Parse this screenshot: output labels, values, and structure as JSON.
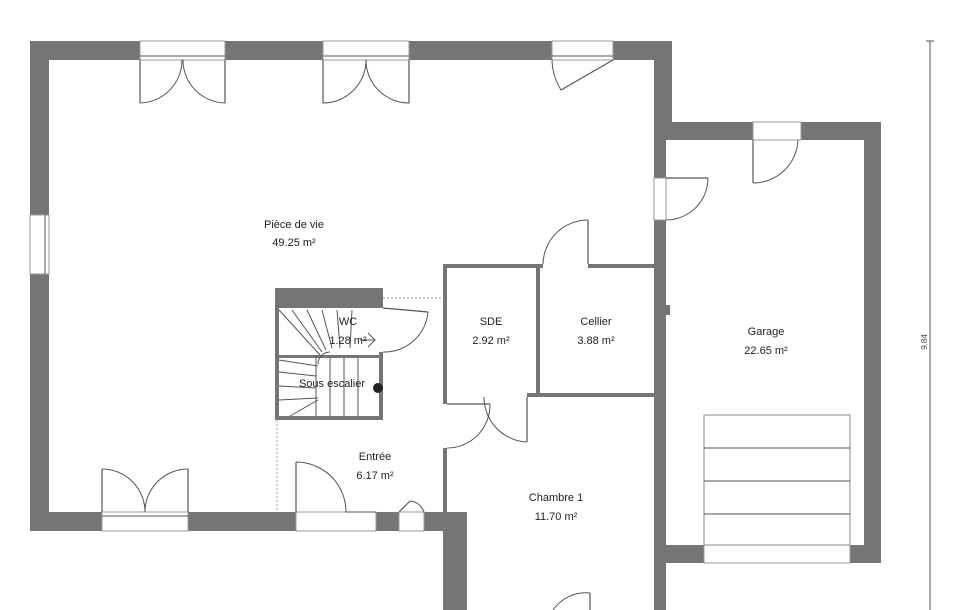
{
  "rooms": [
    {
      "id": "piece-de-vie",
      "name": "Pièce de vie",
      "area": "49.25 m²"
    },
    {
      "id": "wc",
      "name": "WC",
      "area": "1.28 m²"
    },
    {
      "id": "sous-escalier",
      "name": "Sous escalier",
      "area": ""
    },
    {
      "id": "sde",
      "name": "SDE",
      "area": "2.92 m²"
    },
    {
      "id": "cellier",
      "name": "Cellier",
      "area": "3.88 m²"
    },
    {
      "id": "garage",
      "name": "Garage",
      "area": "22.65 m²"
    },
    {
      "id": "entree",
      "name": "Entrée",
      "area": "6.17 m²"
    },
    {
      "id": "chambre-1",
      "name": "Chambre 1",
      "area": "11.70 m²"
    }
  ],
  "dimension": {
    "label": "9.84"
  },
  "colors": {
    "wall": "#757575",
    "line": "#555555",
    "text": "#222222"
  }
}
